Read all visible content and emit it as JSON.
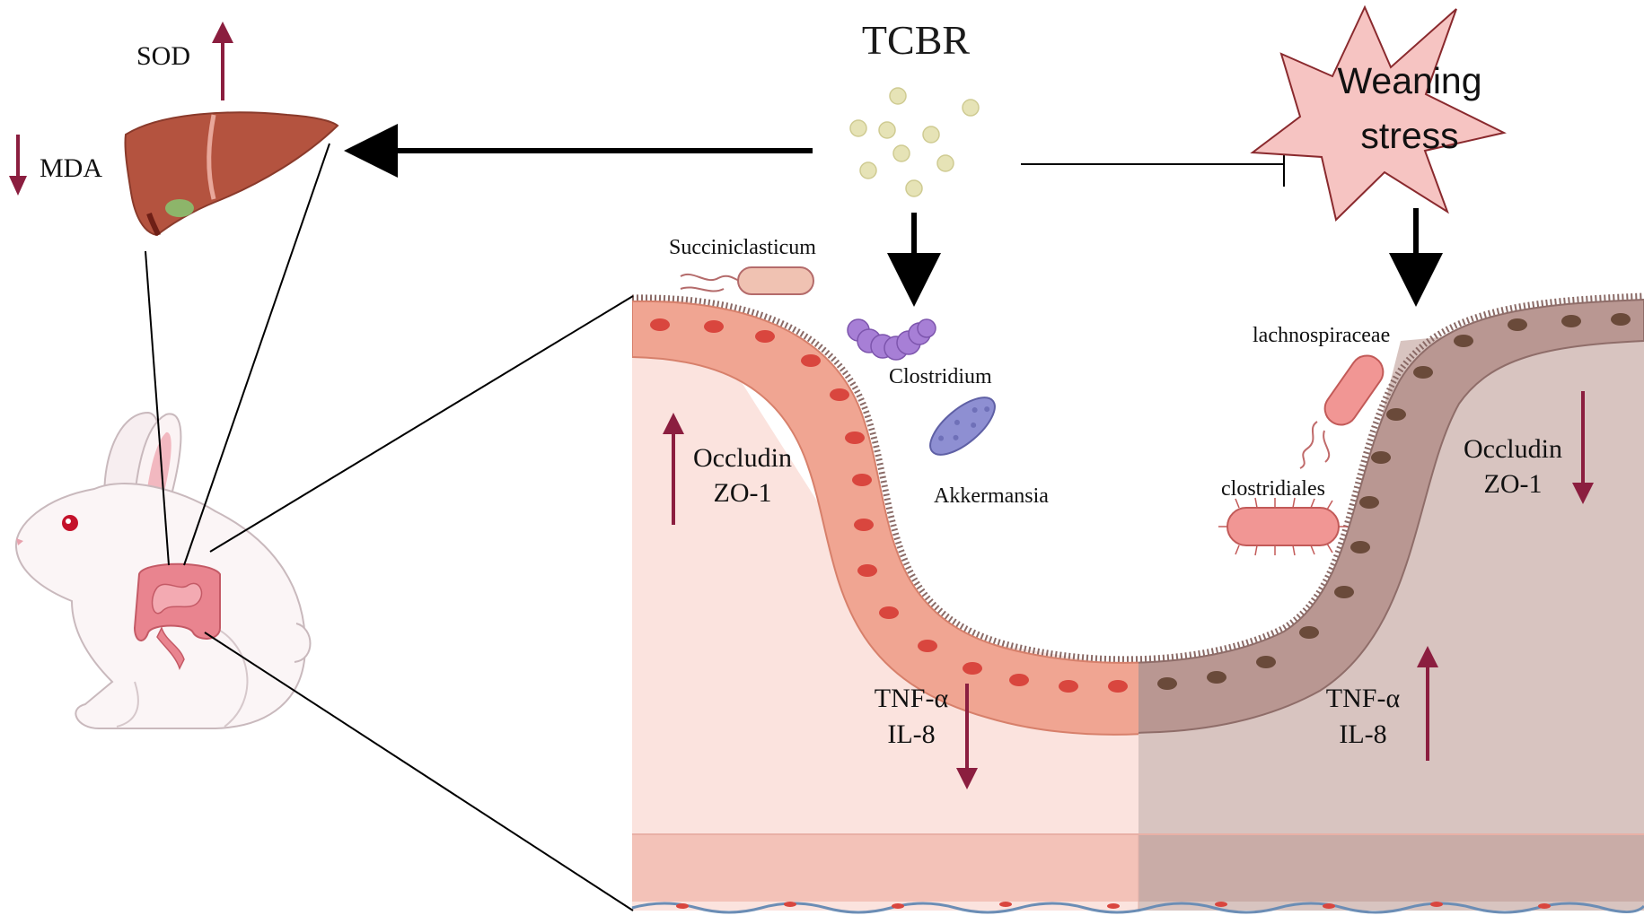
{
  "treatment": {
    "label": "TCBR"
  },
  "stressor": {
    "label_line1": "Weaning",
    "label_line2": "stress"
  },
  "liver": {
    "markers": [
      {
        "label": "SOD",
        "direction": "up"
      },
      {
        "label": "MDA",
        "direction": "down"
      }
    ]
  },
  "bacteria": {
    "left": [
      "Succiniclasticum",
      "Clostridium",
      "Akkermansia"
    ],
    "right": [
      "lachnospiraceae",
      "clostridiales"
    ]
  },
  "tcbr_side": {
    "tight_junction": {
      "line1": "Occludin",
      "line2": "ZO-1",
      "direction": "up"
    },
    "cytokines": {
      "line1": "TNF-α",
      "line2": "IL-8",
      "direction": "down"
    }
  },
  "stress_side": {
    "tight_junction": {
      "line1": "Occludin",
      "line2": "ZO-1",
      "direction": "down"
    },
    "cytokines": {
      "line1": "TNF-α",
      "line2": "IL-8",
      "direction": "up"
    }
  },
  "colors": {
    "marker_arrow": "#8b1e3f",
    "tcbr_panel": "#fbe3de",
    "stress_panel": "#d8c4c0",
    "healthy_cell": "#f0a592",
    "stressed_cell": "#b99792",
    "star_fill": "#f6c4c2",
    "pellet": "#e6e3b6"
  }
}
